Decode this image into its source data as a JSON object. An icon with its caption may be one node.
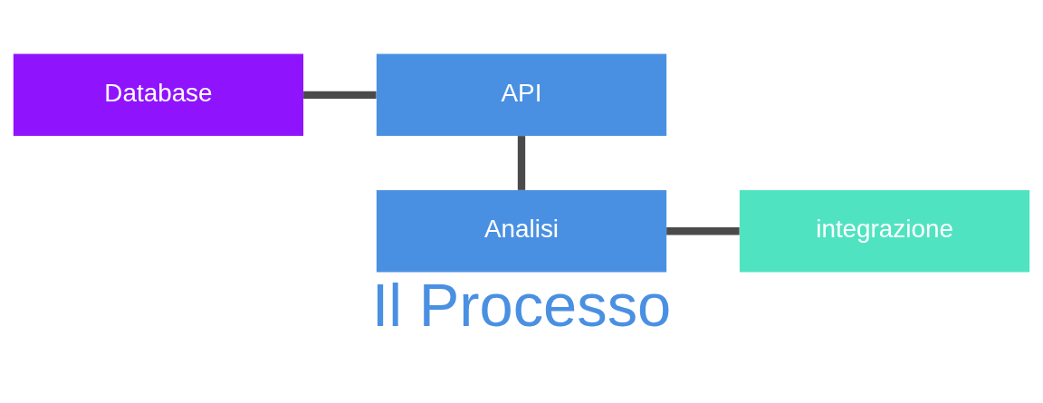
{
  "diagram": {
    "title": "Il Processo",
    "nodes": [
      {
        "text": [
          "Database"
        ]
      },
      {
        "text": [
          "API"
        ]
      },
      {
        "text": [
          "Analisi"
        ]
      },
      {
        "text": [
          "integrazione"
        ]
      }
    ],
    "edges": [
      {
        "from": 0,
        "to": 1,
        "arrow": "none"
      },
      {
        "from": 1,
        "to": 2,
        "arrow": "none"
      },
      {
        "from": 2,
        "to": 3,
        "arrow": "none"
      }
    ]
  }
}
